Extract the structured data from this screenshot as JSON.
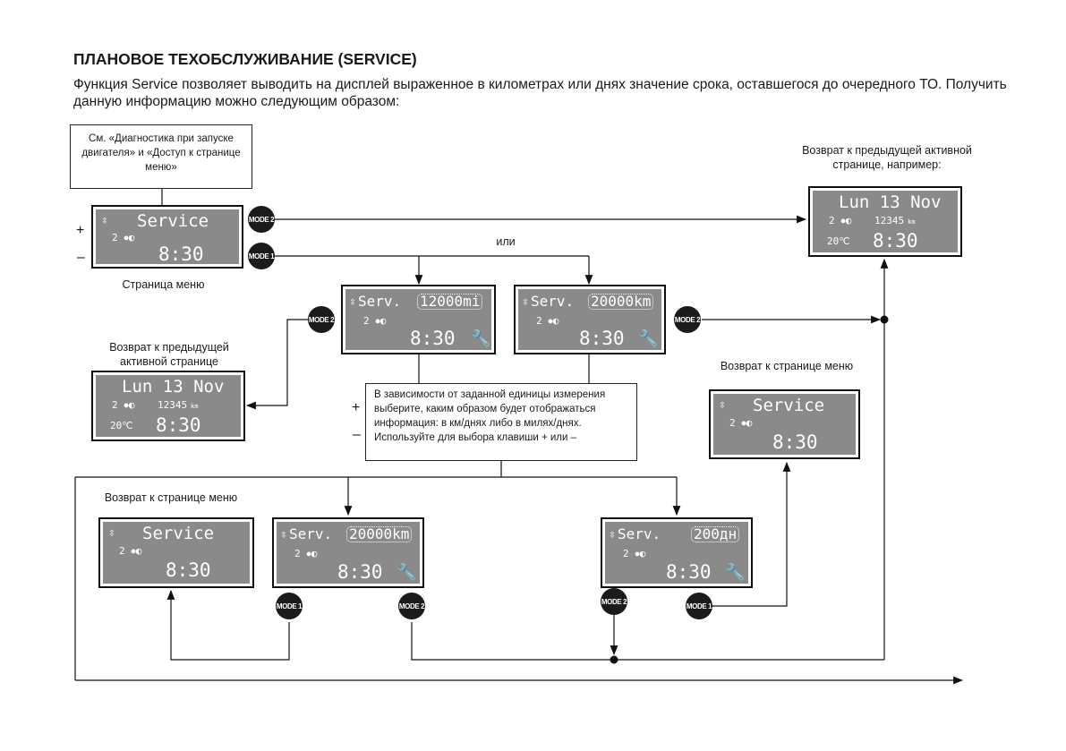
{
  "heading": "ПЛАНОВОЕ ТЕХОБСЛУЖИВАНИЕ (SERVICE)",
  "intro": "Функция Service позволяет выводить на дисплей выраженное в километрах или днях значение срока, оставшегося до очередного ТО. Получить данную информацию можно следующим образом:",
  "notes": {
    "start": "См. «Диагностика при запуске двигателя» и «Доступ к странице меню»",
    "units": "В зависимости от заданной единицы измерения выберите, каким образом будет отображаться информация: в км/днях либо в милях/днях. Используйте для выбора клавиши + или –"
  },
  "labels": {
    "menu_page": "Страница меню",
    "or": "или",
    "return_prev_example": "Возврат к предыдущей активной странице, например:",
    "return_prev": "Возврат к предыдущей активной странице",
    "return_menu_1": "Возврат к странице меню",
    "return_menu_2": "Возврат к странице меню"
  },
  "keys": {
    "plus": "+",
    "minus": "–"
  },
  "buttons": {
    "mode1": "MODE 1",
    "mode2": "MODE 2"
  },
  "screen": {
    "selector": "⇳",
    "service": "Service",
    "serv": "Serv.",
    "gear_lights": "2 ⦁◐",
    "time": "8:30",
    "date": "Lun 13 Nov",
    "odometer": "12345",
    "odometer_unit": "km",
    "temperature": "20℃",
    "miles": "12000mi",
    "km": "20000km",
    "days": "200дн",
    "wrench": "🔧"
  }
}
